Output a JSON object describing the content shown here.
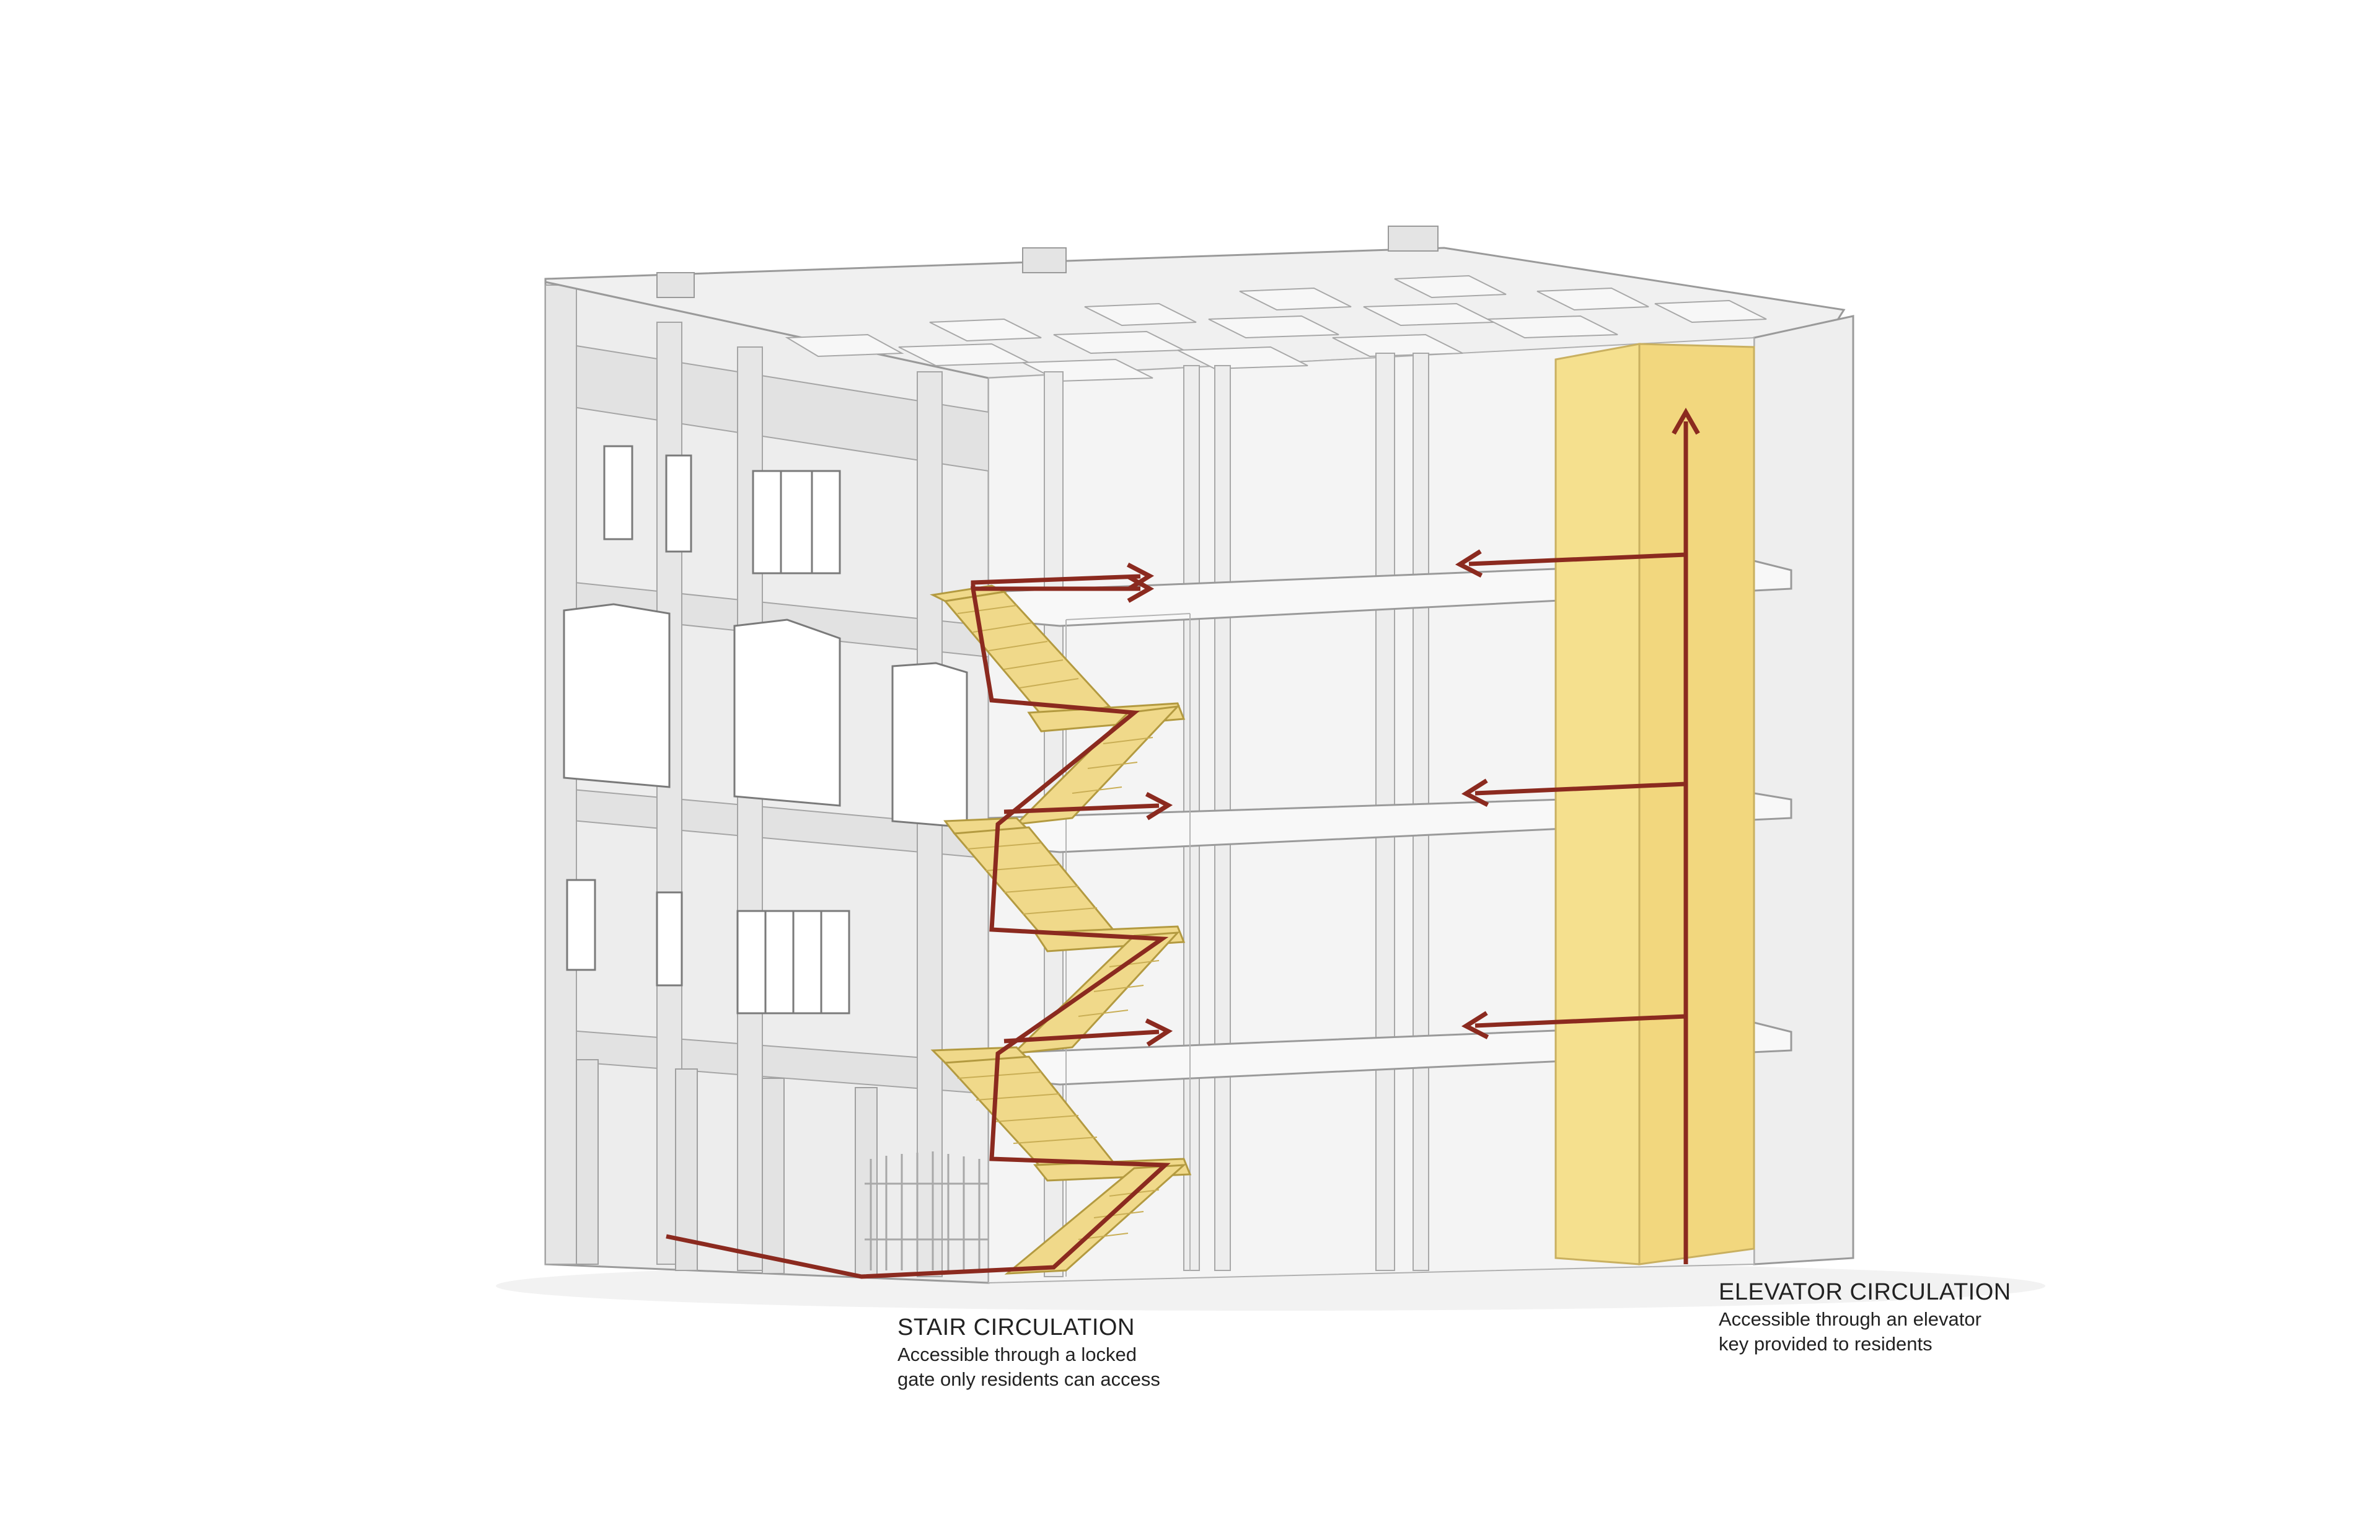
{
  "labels": {
    "stair": {
      "title": "STAIR CIRCULATION",
      "desc_line1": "Accessible through a locked",
      "desc_line2": "gate only residents can access"
    },
    "elevator": {
      "title": "ELEVATOR CIRCULATION",
      "desc_line1": "Accessible through an elevator",
      "desc_line2": "key provided to residents"
    }
  },
  "colors": {
    "background": "#ffffff",
    "building_wall": "#ececec",
    "building_interior": "#f3f3f3",
    "building_edge": "#9a9a9a",
    "slab": "#f7f7f7",
    "stair_fill": "#f0d98a",
    "stair_edge": "#b39a40",
    "elevator_fill": "#f5e08e",
    "elevator_shade": "#ead27a",
    "circulation_arrow": "#8b2a1f",
    "caption_text": "#222222"
  }
}
